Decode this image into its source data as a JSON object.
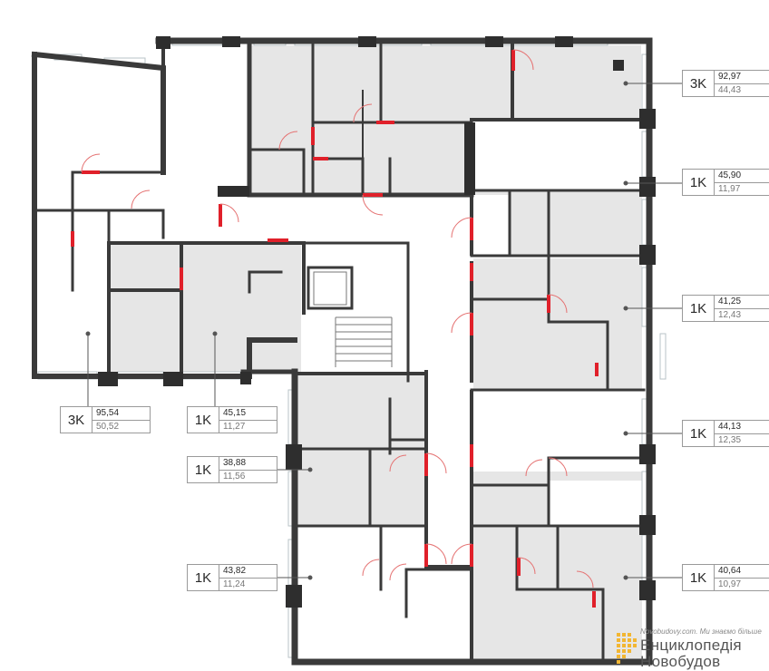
{
  "apartments": [
    {
      "type": "3K",
      "total": "92,97",
      "living": "44,43"
    },
    {
      "type": "1K",
      "total": "45,90",
      "living": "11,97"
    },
    {
      "type": "1K",
      "total": "41,25",
      "living": "12,43"
    },
    {
      "type": "1K",
      "total": "44,13",
      "living": "12,35"
    },
    {
      "type": "1K",
      "total": "40,64",
      "living": "10,97"
    },
    {
      "type": "3K",
      "total": "95,54",
      "living": "50,52"
    },
    {
      "type": "1K",
      "total": "45,15",
      "living": "11,27"
    },
    {
      "type": "1K",
      "total": "38,88",
      "living": "11,56"
    },
    {
      "type": "1K",
      "total": "43,82",
      "living": "11,24"
    }
  ],
  "watermark": {
    "tagline": "Novobudovy.com. Ми знаємо більше",
    "line1": "Енциклопедія",
    "line2": "Новобудов"
  },
  "colors": {
    "wall": "#3a3a3a",
    "floor": "#e6e6e6",
    "door": "#e0202a",
    "window": "#cfd8dc"
  }
}
